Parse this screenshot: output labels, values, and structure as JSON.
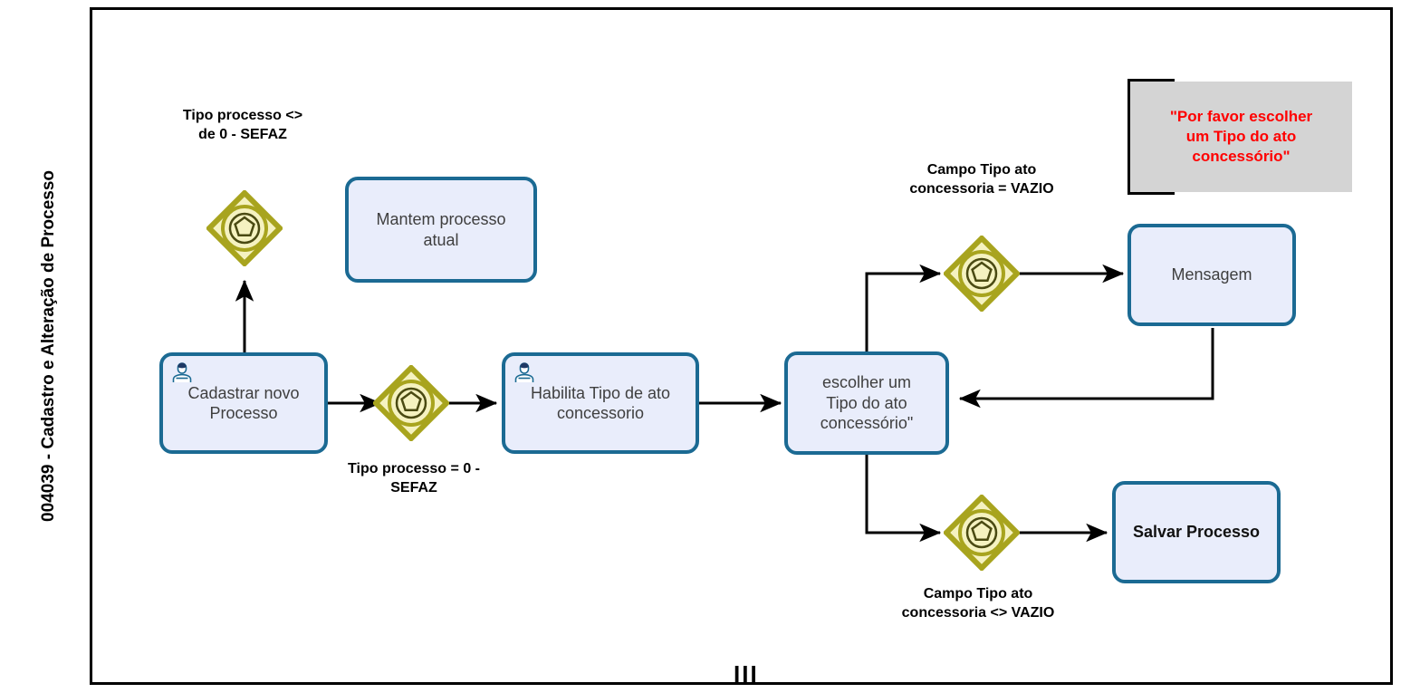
{
  "diagram": {
    "type": "bpmn-process-flow",
    "lane": {
      "title": "004039 - Cadastro e Alteração de Processo"
    },
    "colors": {
      "task_fill": "#E9EDFB",
      "task_border": "#1B6A93",
      "gateway_fill": "#F5F2C0",
      "gateway_border": "#A8A41E",
      "annotation_fill": "#D4D4D4",
      "annotation_text": "#FF0000",
      "frame_border": "#000000",
      "connector": "#000000"
    },
    "tasks": [
      {
        "id": "cadastrar",
        "label": "Cadastrar  novo\nProcesso",
        "icon": "user-icon",
        "bold": false
      },
      {
        "id": "mantem",
        "label": "Mantem processo\natual",
        "icon": "",
        "bold": false
      },
      {
        "id": "habilita",
        "label": "Habilita Tipo de ato\nconcessorio",
        "icon": "user-icon",
        "bold": false
      },
      {
        "id": "escolher",
        "label": "escolher um\nTipo do ato\nconcessório\"",
        "icon": "",
        "bold": false
      },
      {
        "id": "mensagem",
        "label": "Mensagem",
        "icon": "",
        "bold": false
      },
      {
        "id": "salvar",
        "label": "Salvar Processo",
        "icon": "",
        "bold": true
      }
    ],
    "gateways": [
      {
        "id": "gw-tipo-processo-top",
        "kind": "complex-gateway"
      },
      {
        "id": "gw-tipo-processo-main",
        "kind": "complex-gateway"
      },
      {
        "id": "gw-campo-vazio",
        "kind": "complex-gateway"
      },
      {
        "id": "gw-campo-nao-vazio",
        "kind": "complex-gateway"
      }
    ],
    "condition_labels": [
      {
        "id": "cond-tipo-diferente",
        "text": "Tipo processo <>\nde 0 - SEFAZ"
      },
      {
        "id": "cond-tipo-igual",
        "text": "Tipo processo  = 0 -\nSEFAZ"
      },
      {
        "id": "cond-campo-vazio",
        "text": "Campo Tipo ato\nconcessoria = VAZIO"
      },
      {
        "id": "cond-campo-nao-vazio",
        "text": "Campo Tipo ato\nconcessoria <> VAZIO"
      }
    ],
    "annotation": {
      "id": "annotation-mensagem",
      "text": "\"Por favor escolher\num Tipo do ato\nconcessório\""
    },
    "footer_marker": "III"
  }
}
